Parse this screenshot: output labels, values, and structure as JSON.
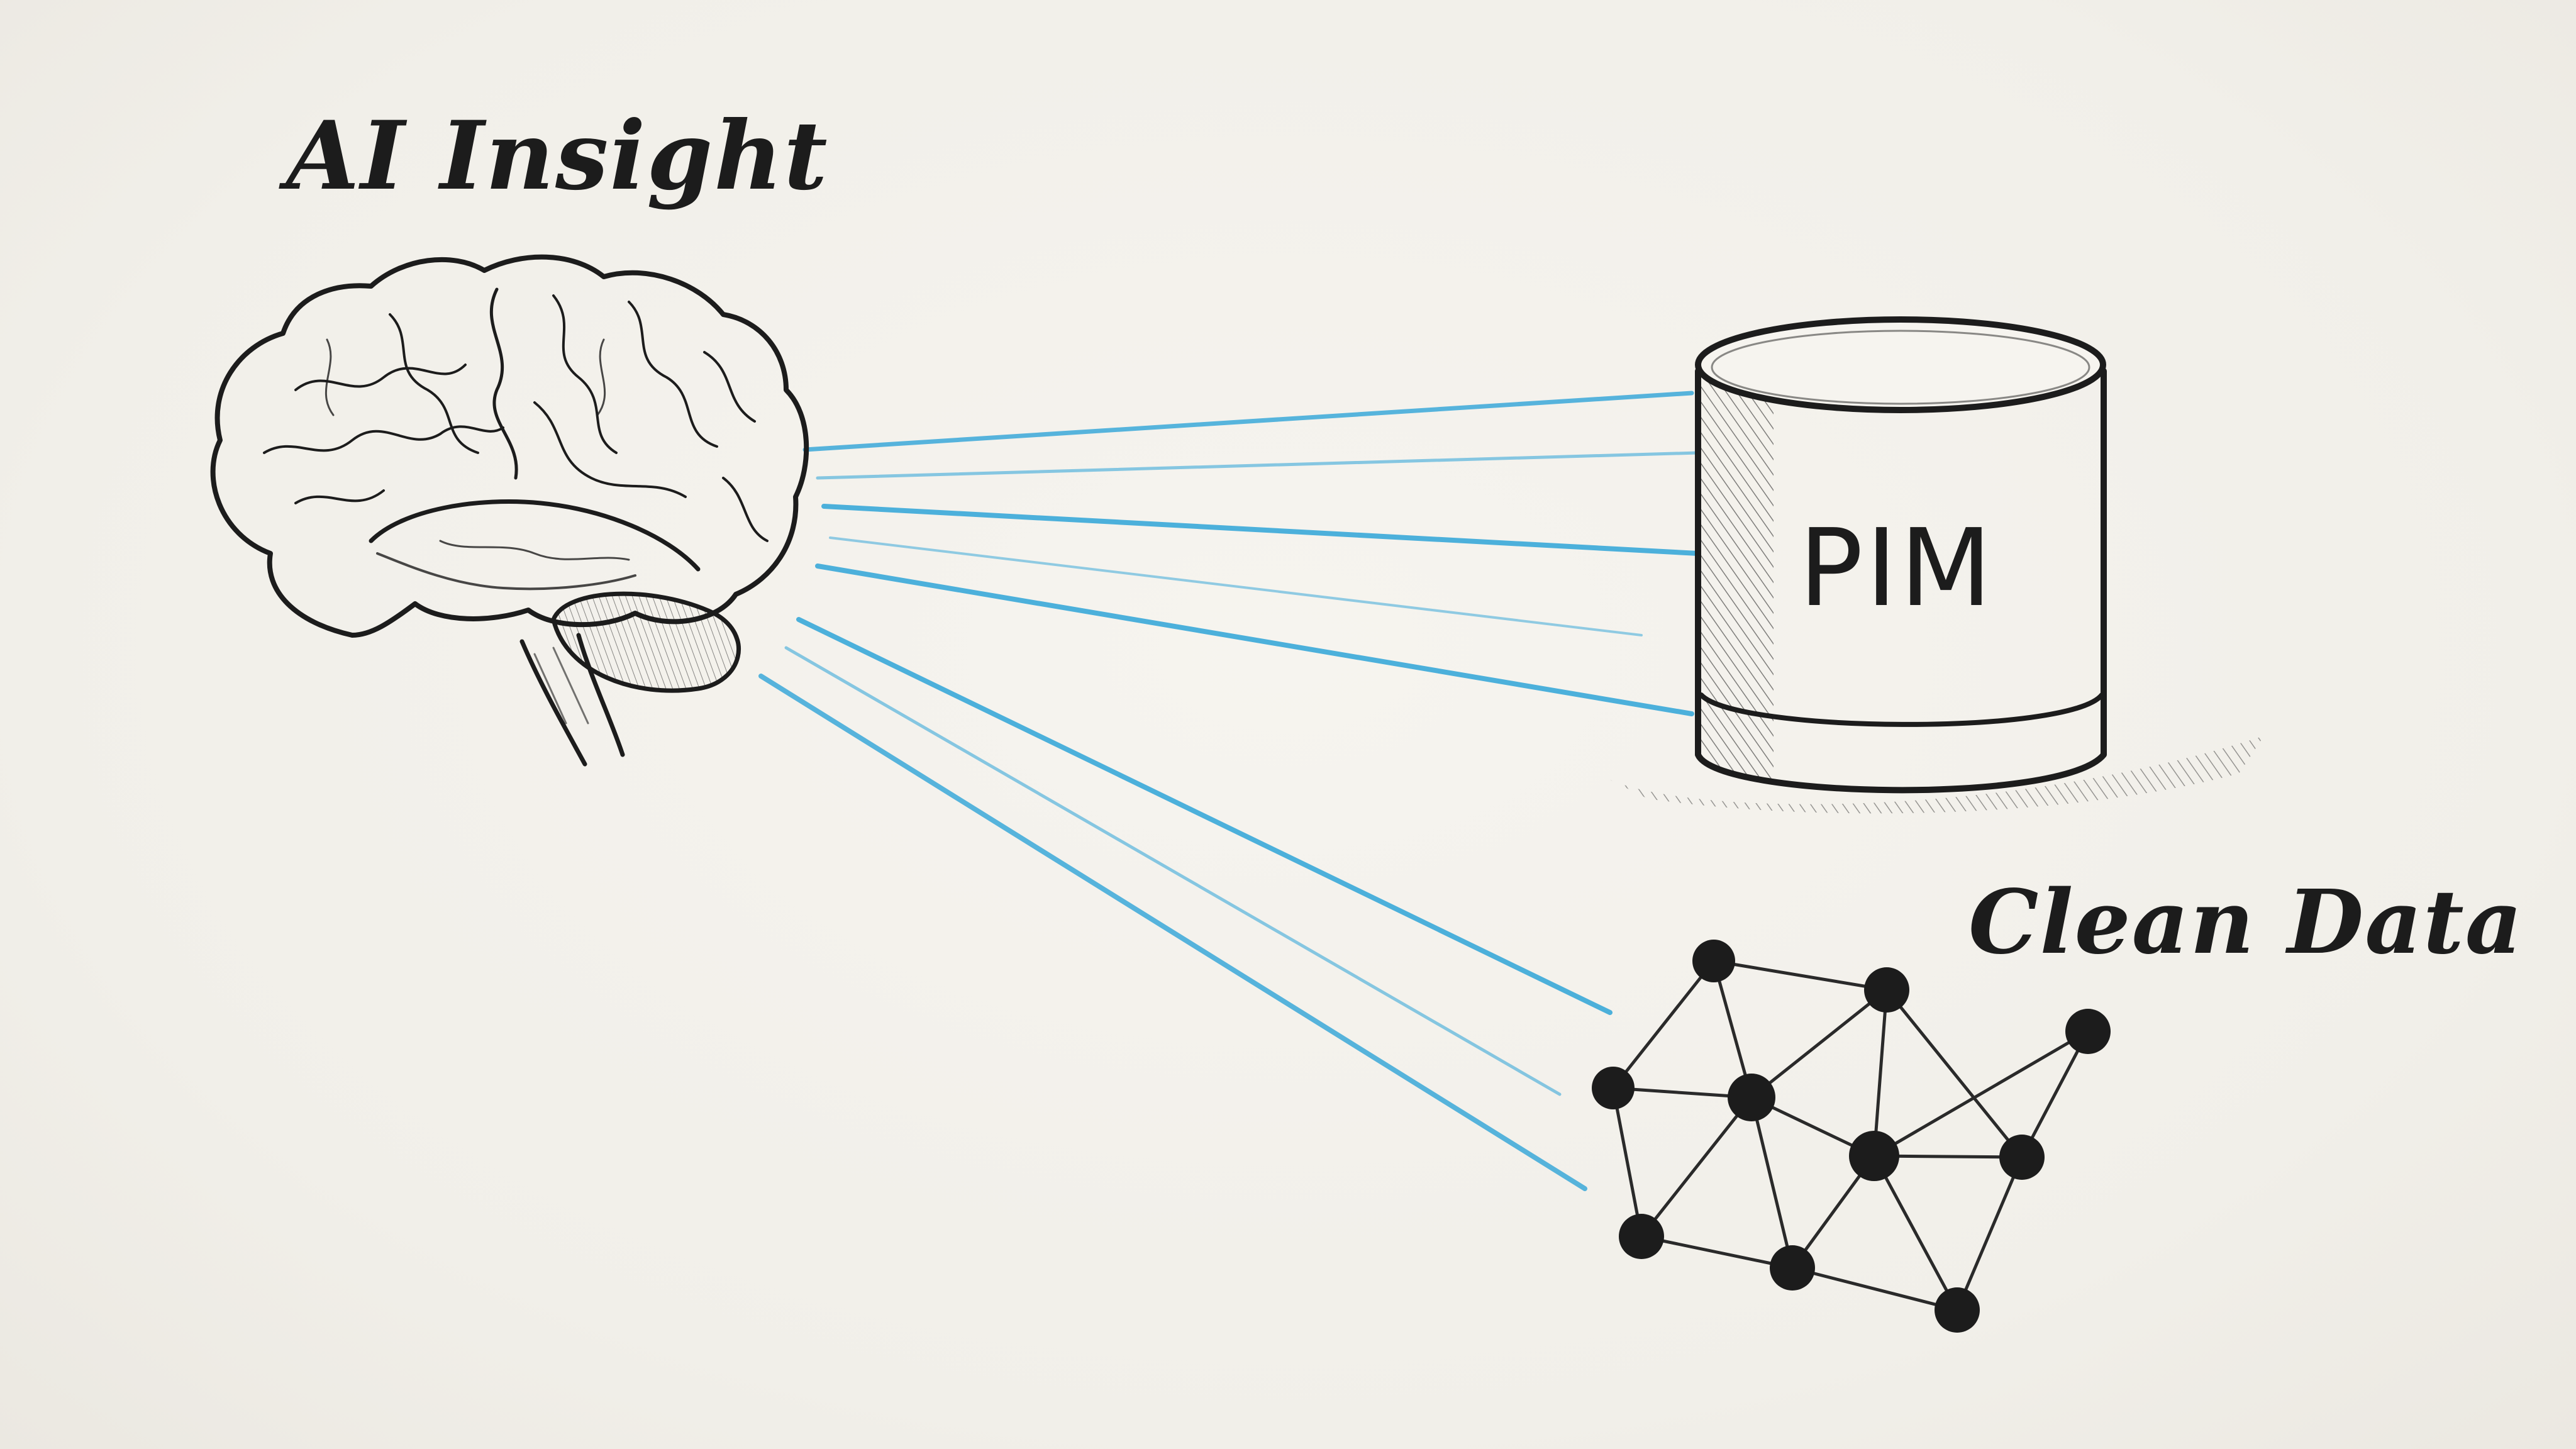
{
  "labels": {
    "ai_insight": "AI Insight",
    "pim": "PIM",
    "clean_data": "Clean Data"
  },
  "colors": {
    "background": "#f3f1ec",
    "ink": "#1c1c1c",
    "beam": "#3aa8d8"
  },
  "icons": [
    "brain-icon",
    "database-cylinder-icon",
    "network-graph-icon"
  ]
}
